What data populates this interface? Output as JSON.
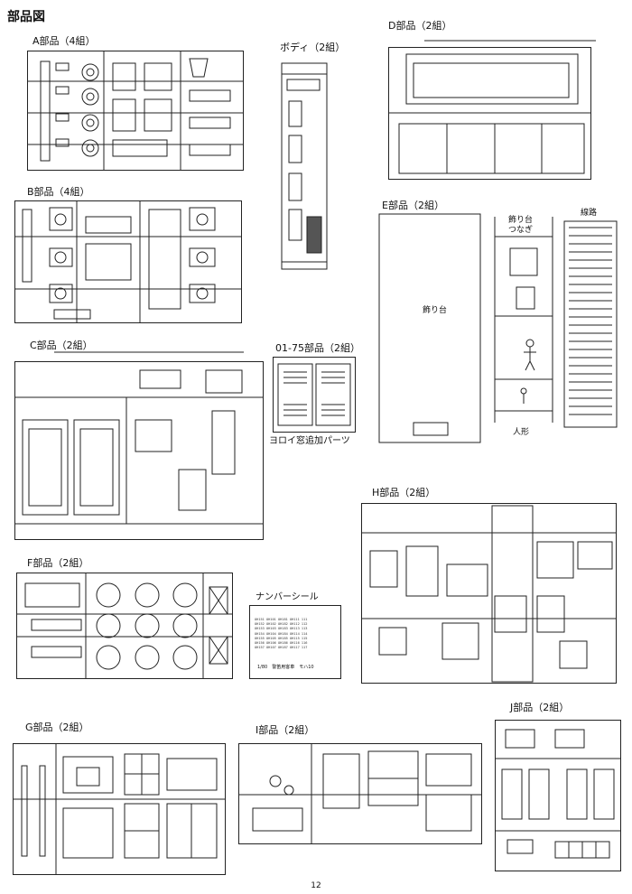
{
  "page": {
    "title": "部品図",
    "page_number": "12"
  },
  "sections": {
    "A": "A部品（4組）",
    "body": "ボディ（2組）",
    "D": "D部品（2組）",
    "B": "B部品（4組）",
    "E": "E部品（2組）",
    "C": "C部品（2組）",
    "p0175": "01-75部品（2組）",
    "F": "F部品（2組）",
    "H": "H部品（2組）",
    "G": "G部品（2組）",
    "I": "I部品（2組）",
    "J": "J部品（2組）"
  },
  "labels": {
    "kazaridai": "飾り台",
    "kazaridai_tsunagi_1": "飾り台",
    "kazaridai_tsunagi_2": "つなぎ",
    "senro": "線路",
    "ningyo": "人形",
    "yoroi": "ヨロイ窓追加パーツ",
    "number_seal": "ナンバーシール",
    "seal_footer": "1/80　警笛用客車　モハ10"
  },
  "number_rows": [
    "OH151 OH101 OH181 OH111 111",
    "OH152 OH102 OH182 OH112 112",
    "OH153 OH103 OH183 OH113 113",
    "OH154 OH104 OH184 OH114 114",
    "OH155 OH105 OH185 OH115 115",
    "OH156 OH106 OH186 OH116 116",
    "OH157 OH107 OH187 OH117 117"
  ]
}
